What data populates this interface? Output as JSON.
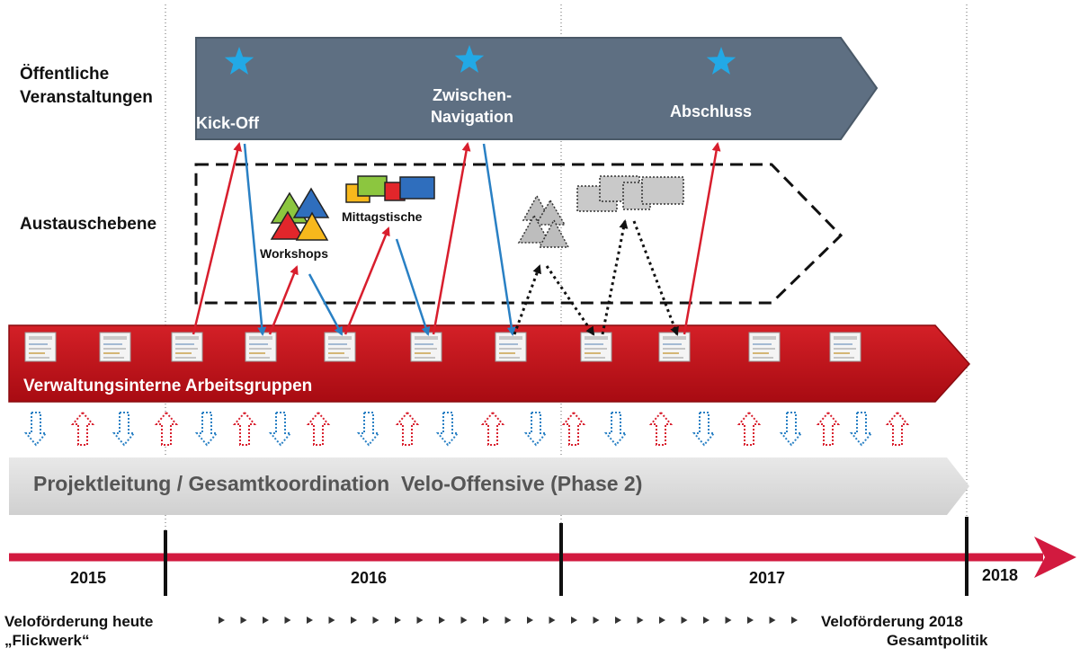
{
  "lanes": {
    "public_events": "Öffentliche Veranstaltungen",
    "exchange": "Austauschebene"
  },
  "events": {
    "kickoff": "Kick-Off",
    "zwischen_1": "Zwischen-",
    "zwischen_2": "Navigation",
    "abschluss": "Abschluss"
  },
  "exchange": {
    "workshops": "Workshops",
    "mittagstische": "Mittagstische"
  },
  "working_groups": "Verwaltungsinterne Arbeitsgruppen",
  "project_lead": "Projektleitung / Gesamtkoordination  Velo-Offensive (Phase 2)",
  "timeline": {
    "years": [
      "2015",
      "2016",
      "2017",
      "2018"
    ]
  },
  "footer": {
    "left_1": "Veloförderung heute",
    "left_2": "„Flickwerk“",
    "right_1": "Veloförderung 2018",
    "right_2": "Gesamtpolitik"
  },
  "colors": {
    "event_band": "#5e6f82",
    "star": "#22a9e6",
    "working_band": "#c8141d",
    "project_band": "#dddddd",
    "timeline": "#d21a3f",
    "arrow_up": "#d81e2d",
    "arrow_down": "#2980c4"
  }
}
